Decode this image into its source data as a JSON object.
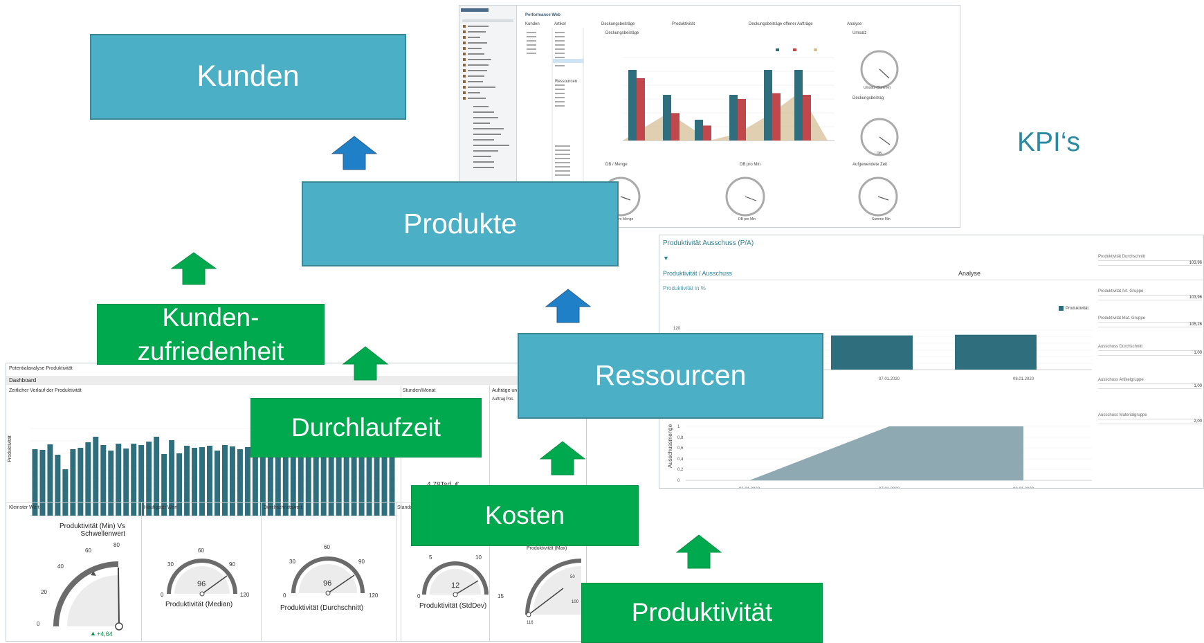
{
  "boxes": {
    "kunden": "Kunden",
    "produkte": "Produkte",
    "kundenzufriedenheit_line1": "Kunden-",
    "kundenzufriedenheit_line2": "zufriedenheit",
    "durchlaufzeit": "Durchlaufzeit",
    "ressourcen": "Ressourcen",
    "kosten": "Kosten",
    "produktivitaet": "Produktivität"
  },
  "kpi_label": "KPI‘s",
  "colors": {
    "blue_box": "#4bafc6",
    "green_box": "#00a84e",
    "blue_arrow": "#1f7fc7",
    "green_arrow": "#00a84e",
    "kpi_text": "#2a8aa3",
    "bar_teal": "#2f6e7c",
    "bar_red": "#c0474c",
    "area_tan": "#d6bf97"
  },
  "top_screenshot": {
    "title": "Performance Web",
    "tabs": [
      "Kunden",
      "Artikel",
      "Deckungsbeiträge",
      "Produktivität",
      "Deckungsbeiträge offener Aufträge",
      "Analyse"
    ],
    "chart_title": "Deckungsbeiträge",
    "ressourcen_label": "Ressourcen",
    "umsatz_label": "Umsatz",
    "db_label": "Deckungsbeitrag",
    "db_menge": "DB / Menge",
    "db_min": "DB pro Min",
    "aufgewendete_zeit": "Aufgewendete Zeit",
    "gauge1": "DB pro Menge",
    "gauge2": "DB pro Min",
    "gauge3": "Summe Min",
    "gauge_umsatz": "Umsatz (Summe)",
    "gauge_db": "DB"
  },
  "right_screenshot": {
    "title": "Produktivität Ausschuss (P/A)",
    "tab1": "Produktivität / Ausschuss",
    "tab2": "Analyse",
    "sub": "Produktivität in %",
    "legend": "Produktivität",
    "dates": [
      "06.01.2020",
      "07.01.2020",
      "08.01.2020"
    ],
    "y_label": "Ausschussmenge",
    "y_ticks_top": [
      "120"
    ],
    "y_ticks_bottom": [
      "1",
      "0,8",
      "0,6",
      "0,4",
      "0,2",
      "0"
    ],
    "side_items": [
      {
        "label": "Produktivität Durchschnitt",
        "value": "103,96"
      },
      {
        "label": "Produktivität Art. Gruppe",
        "value": "103,96"
      },
      {
        "label": "Produktivität Mat. Gruppe",
        "value": "105,26"
      },
      {
        "label": "Ausschuss Durchschnitt",
        "value": "1,00"
      },
      {
        "label": "Ausschuss Artikelgruppe",
        "value": "1,00"
      },
      {
        "label": "Ausschuss Materialgruppe",
        "value": "2,00"
      }
    ]
  },
  "left_screenshot": {
    "title": "Potentialanalyse Produktivität",
    "dashboard": "Dashboard",
    "chart_title": "Zeitlicher Verlauf der Produktivität",
    "y_label": "Produktivität",
    "stunden": "Stunden/Monat",
    "auftraege": "Aufträge un",
    "col1": "Auftrag",
    "col2": "Pos.",
    "value_label": "4,78Tsd. €",
    "panels": [
      "Kleinster Wert",
      "Häufigster Wert",
      "Durchschnittswert",
      "Standa"
    ],
    "gauge1_title": "Produktivität (Min) Vs Schwellenwert",
    "gauge1_ticks": [
      "0",
      "20",
      "40",
      "60",
      "80"
    ],
    "gauge1_delta": "+4,64",
    "gauge2": {
      "ticks": [
        "0",
        "30",
        "60",
        "90",
        "120"
      ],
      "value": "96",
      "label": "Produktivität (Median)"
    },
    "gauge3": {
      "ticks": [
        "0",
        "30",
        "60",
        "90",
        "120"
      ],
      "value": "96",
      "label": "Produktivität (Durchschnitt)"
    },
    "gauge4": {
      "ticks": [
        "0",
        "5",
        "10",
        "15"
      ],
      "value": "12",
      "label": "Produktivität (StdDev)"
    },
    "gauge5": {
      "title": "Produktivität (Max)",
      "ticks": [
        "116",
        "100",
        "50"
      ]
    },
    "bars": [
      96,
      95,
      103,
      88,
      67,
      96,
      98,
      106,
      114,
      102,
      94,
      104,
      97,
      104,
      102,
      107,
      114,
      89,
      109,
      90,
      101,
      98,
      99,
      101,
      94,
      102,
      100,
      96,
      99,
      95,
      92,
      91,
      88,
      97,
      96,
      94,
      98,
      97,
      99,
      96,
      100,
      97,
      98,
      96,
      95,
      99,
      97,
      94
    ]
  }
}
